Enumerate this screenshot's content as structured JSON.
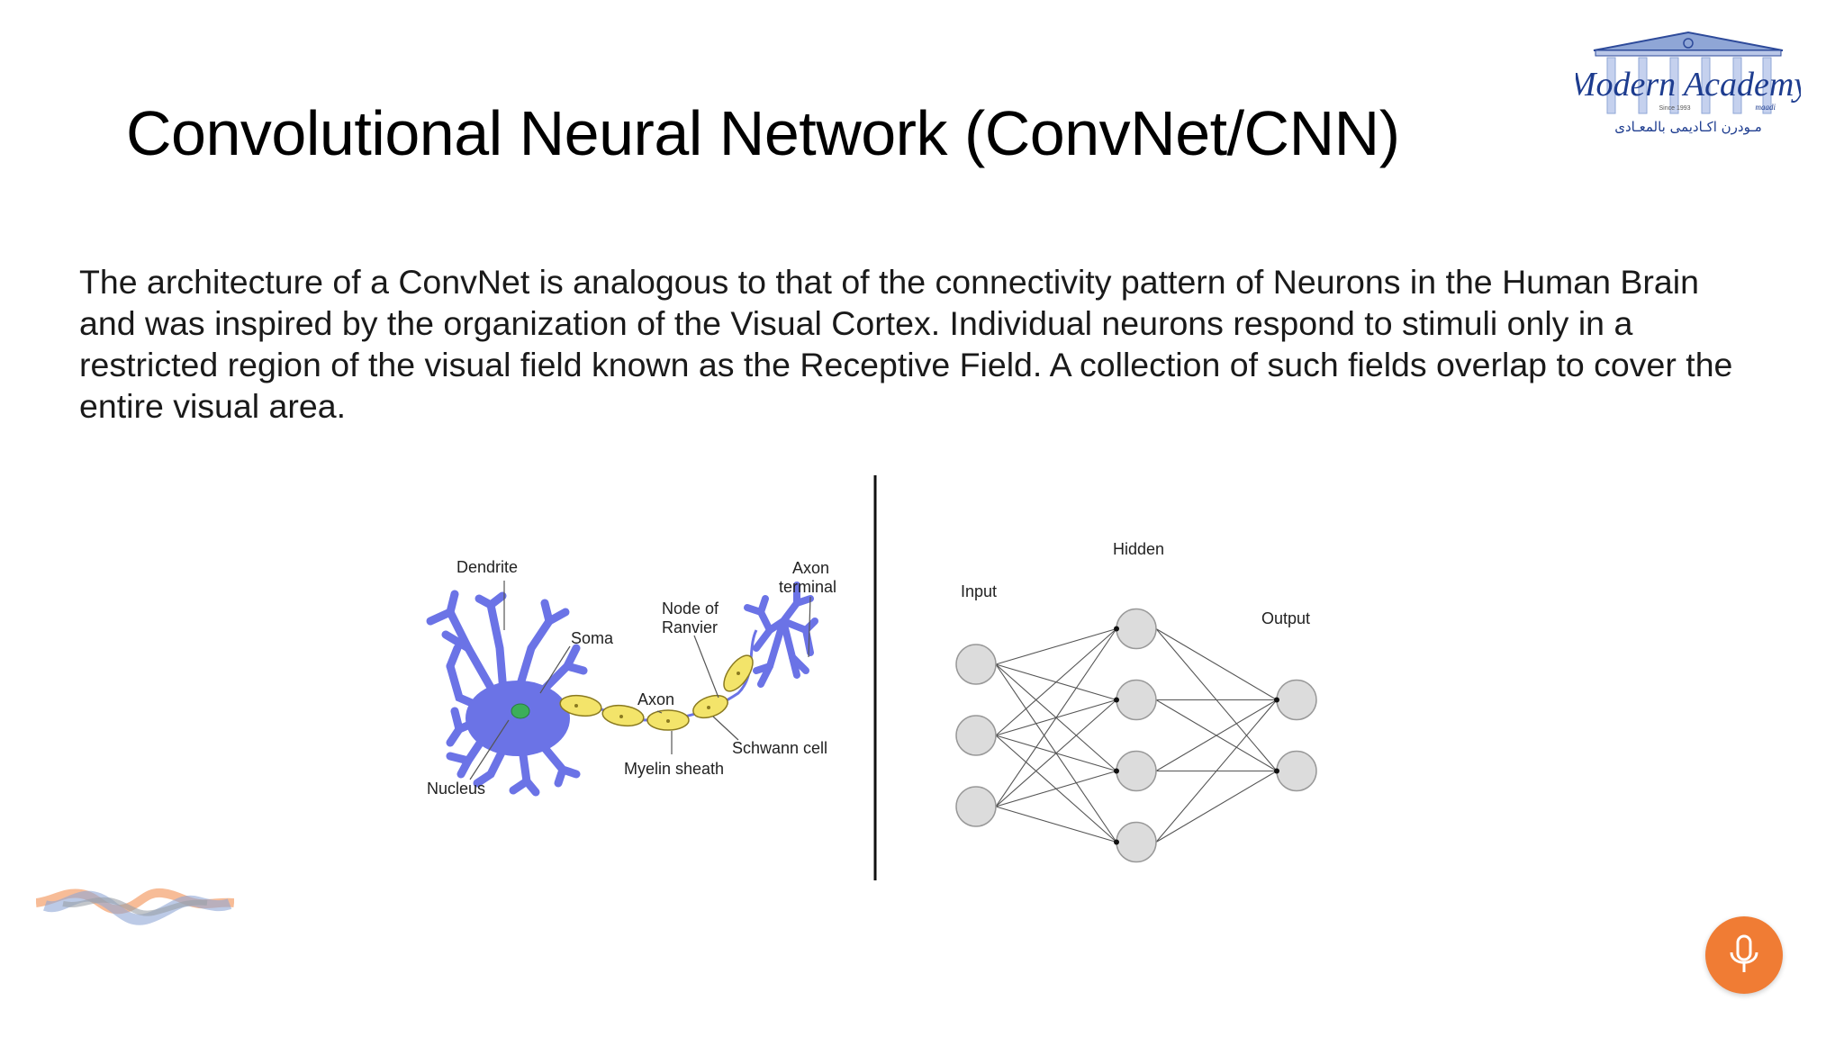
{
  "slide": {
    "title": "Convolutional Neural Network (ConvNet/CNN)",
    "body_lines": [
      "The architecture of a ConvNet is analogous to that of the connectivity pattern of Neurons in the Human Brain",
      "and was inspired by the organization of the Visual Cortex. Individual neurons respond to stimuli only in a",
      "restricted region of the visual field known as the Receptive Field. A collection of such fields overlap to cover the",
      "entire visual area."
    ]
  },
  "logo": {
    "name": "Modern Academy",
    "arabic": "مـودرن اكـاديمى بالمعـادى",
    "since": "Since 1993",
    "place": "maadi"
  },
  "neuron_diagram": {
    "labels": {
      "dendrite": "Dendrite",
      "soma": "Soma",
      "nucleus": "Nucleus",
      "axon": "Axon",
      "node_of_ranvier_1": "Node of",
      "node_of_ranvier_2": "Ranvier",
      "axon_terminal_1": "Axon",
      "axon_terminal_2": "terminal",
      "schwann_cell": "Schwann cell",
      "myelin_sheath": "Myelin sheath"
    },
    "colors": {
      "cell": "#6b73e6",
      "myelin": "#f3e46a",
      "nucleus": "#3cae5a"
    }
  },
  "network_diagram": {
    "labels": {
      "input": "Input",
      "hidden": "Hidden",
      "output": "Output"
    },
    "layers": [
      3,
      4,
      2
    ]
  },
  "controls": {
    "mic_icon": "microphone-icon",
    "accent": "#f07c34"
  }
}
